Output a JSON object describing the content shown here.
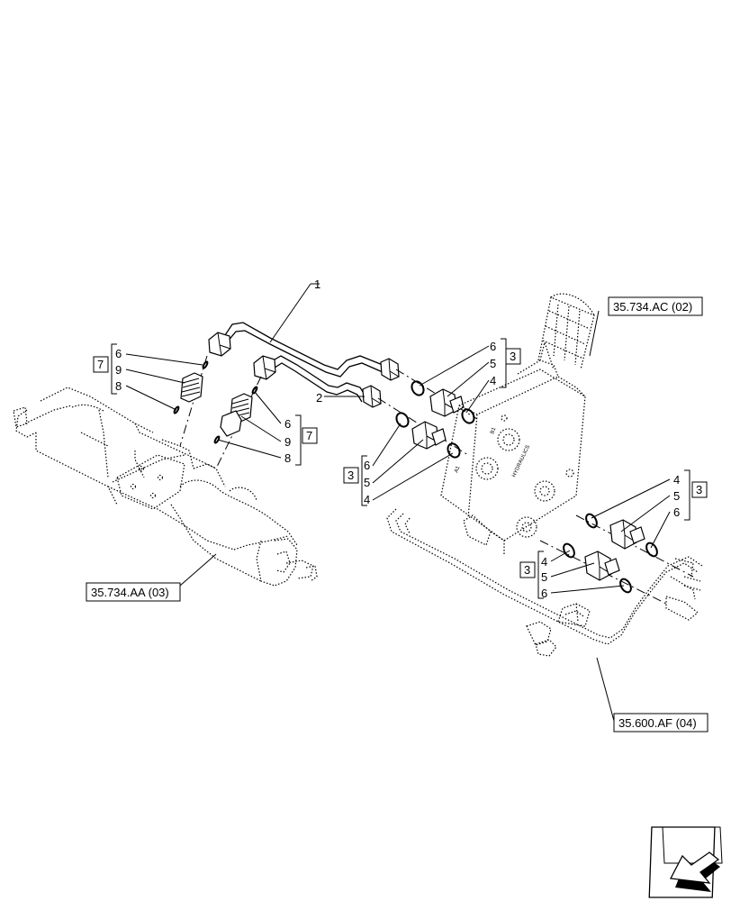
{
  "refs": {
    "r_734ac": "35.734.AC (02)",
    "r_734aa": "35.734.AA (03)",
    "r_600af": "35.600.AF (04)"
  },
  "callouts": {
    "c1": "1",
    "c2": "2",
    "g7a": {
      "box": "7",
      "a": "6",
      "b": "9",
      "c": "8"
    },
    "g7b": {
      "box": "7",
      "a": "6",
      "b": "9",
      "c": "8"
    },
    "g3a": {
      "box": "3",
      "a": "6",
      "b": "5",
      "c": "4"
    },
    "g3b": {
      "box": "3",
      "a": "6",
      "b": "5",
      "c": "4"
    },
    "g3c": {
      "box": "3",
      "a": "4",
      "b": "5",
      "c": "6"
    },
    "g3d": {
      "box": "3",
      "a": "4",
      "b": "5",
      "c": "6"
    }
  },
  "valve_marks": {
    "a1": "A1",
    "b1": "B1",
    "brand": "HYDRAULICS"
  },
  "icons": {
    "nav": "navigation-arrow-icon"
  }
}
